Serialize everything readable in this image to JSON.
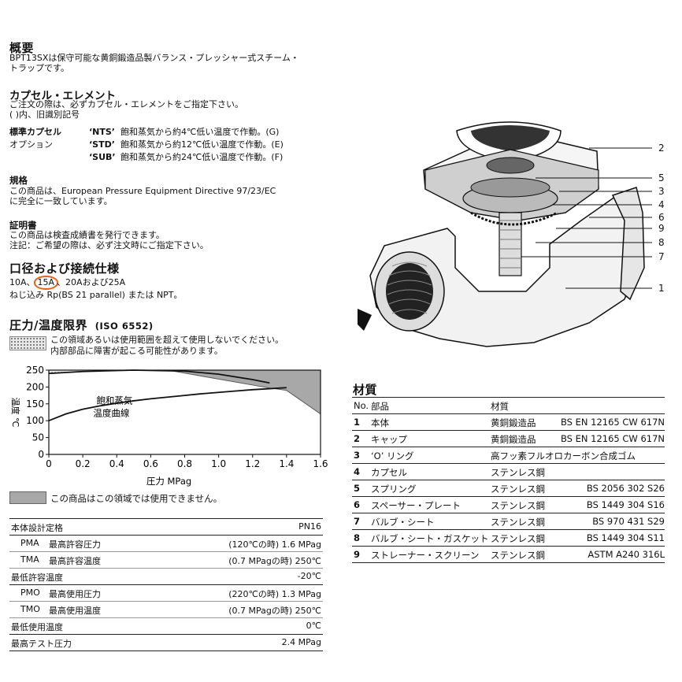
{
  "overview": {
    "heading": "概要",
    "line1": "BPT13SXは保守可能な黄銅鍛造品製バランス・プレッシャー式スチーム・",
    "line2": "トラップです。"
  },
  "capsule": {
    "heading": "カプセル・エレメント",
    "line1": "ご注文の際は、必ずカプセル・エレメントをご指定下さい。",
    "line2": "( )内、旧識別記号",
    "standard_label": "標準カプセル",
    "option_label": "オプション",
    "items": [
      {
        "code": "‘NTS’",
        "desc": "飽和蒸気から約4℃低い温度で作動。(G)"
      },
      {
        "code": "‘STD’",
        "desc": "飽和蒸気から約12℃低い温度で作動。(E)"
      },
      {
        "code": "‘SUB’",
        "desc": "飽和蒸気から約24℃低い温度で作動。(F)"
      }
    ]
  },
  "standards": {
    "heading": "規格",
    "line1": "この商品は、European Pressure Equipment Directive 97/23/EC",
    "line2": "に完全に一致しています。"
  },
  "certificate": {
    "heading": "証明書",
    "line1": "この商品は検査成績書を発行できます。",
    "line2": "注記：ご希望の際は、必ず注文時にご指定下さい。"
  },
  "sizes": {
    "heading": "口径および接続仕様",
    "size_a": "10A、",
    "size_b": "15A",
    "size_c": "、20Aおよび25A",
    "line2": "ねじ込み Rp(BS 21 parallel) または NPT。"
  },
  "limits": {
    "heading": "圧力/温度限界",
    "heading_sub": "(ISO 6552)",
    "warn1": "この領域あるいは使用範囲を超えて使用しないでください。",
    "warn2": "内部部品に障害が起こる可能性があります。",
    "not_usable": "この商品はこの領域では使用できません。"
  },
  "chart_data": {
    "type": "area",
    "xlabel": "圧力 MPag",
    "ylabel": "温度 ℃",
    "xlim": [
      0,
      1.6
    ],
    "ylim": [
      0,
      250
    ],
    "x_ticks": [
      "0",
      "0.2",
      "0.4",
      "0.6",
      "0.8",
      "1.0",
      "1.2",
      "1.4",
      "1.6"
    ],
    "y_ticks": [
      "0",
      "50",
      "100",
      "150",
      "200",
      "250"
    ],
    "steam_curve_label_1": "飽和蒸気",
    "steam_curve_label_2": "温度曲線",
    "series": [
      {
        "values": [
          [
            0,
            100
          ],
          [
            0.1,
            120
          ],
          [
            0.2,
            134
          ],
          [
            0.3,
            144
          ],
          [
            0.4,
            152
          ],
          [
            0.5,
            159
          ],
          [
            0.6,
            165
          ],
          [
            0.7,
            170
          ],
          [
            0.8,
            175
          ],
          [
            0.9,
            180
          ],
          [
            1.0,
            184
          ],
          [
            1.1,
            188
          ],
          [
            1.2,
            192
          ],
          [
            1.3,
            195
          ],
          [
            1.4,
            198
          ]
        ]
      },
      {
        "values": [
          [
            0,
            240
          ],
          [
            0.2,
            246
          ],
          [
            0.5,
            250
          ],
          [
            0.8,
            247
          ],
          [
            1.0,
            238
          ],
          [
            1.2,
            222
          ],
          [
            1.3,
            212
          ]
        ]
      }
    ],
    "not_usable_region": [
      [
        0.7,
        250
      ],
      [
        1.6,
        250
      ],
      [
        1.6,
        120
      ],
      [
        1.4,
        190
      ],
      [
        1.3,
        197
      ]
    ]
  },
  "spec_table": {
    "rows": [
      {
        "label": "本体設計定格",
        "value": "PN16",
        "indent": false
      },
      {
        "code": "PMA",
        "label": "最高許容圧力",
        "value": "(120℃の時) 1.6 MPag",
        "indent": true
      },
      {
        "code": "TMA",
        "label": "最高許容温度",
        "value": "(0.7 MPagの時) 250℃",
        "indent": true
      },
      {
        "label": "最低許容温度",
        "value": "-20℃",
        "indent": false
      },
      {
        "code": "PMO",
        "label": "最高使用圧力",
        "value": "(220℃の時) 1.3 MPag",
        "indent": true
      },
      {
        "code": "TMO",
        "label": "最高使用温度",
        "value": "(0.7 MPagの時) 250℃",
        "indent": true
      },
      {
        "label": "最低使用温度",
        "value": "0℃",
        "indent": false
      },
      {
        "label": "最高テスト圧力",
        "value": "2.4 MPag",
        "indent": false
      }
    ]
  },
  "materials": {
    "heading": "材質",
    "col_no": "No.",
    "col_part": "部品",
    "col_mat": "材質",
    "rows": [
      {
        "no": "1",
        "part": "本体",
        "mat": "黄銅鍛造品",
        "std": "BS EN 12165 CW 617N"
      },
      {
        "no": "2",
        "part": "キャップ",
        "mat": "黄銅鍛造品",
        "std": "BS EN 12165 CW 617N"
      },
      {
        "no": "3",
        "part": "‘O’ リング",
        "mat": "高フッ素フルオロカーボン合成ゴム",
        "std": ""
      },
      {
        "no": "4",
        "part": "カプセル",
        "mat": "ステンレス鋼",
        "std": ""
      },
      {
        "no": "5",
        "part": "スプリング",
        "mat": "ステンレス鋼",
        "std": "BS 2056 302 S26"
      },
      {
        "no": "6",
        "part": "スペーサー・プレート",
        "mat": "ステンレス鋼",
        "std": "BS 1449 304 S16"
      },
      {
        "no": "7",
        "part": "バルブ・シート",
        "mat": "ステンレス鋼",
        "std": "BS 970 431 S29"
      },
      {
        "no": "8",
        "part": "バルブ・シート・ガスケット",
        "mat": "ステンレス鋼",
        "std": "BS 1449 304 S11"
      },
      {
        "no": "9",
        "part": "ストレーナー・スクリーン",
        "mat": "ステンレス鋼",
        "std": "ASTM A240 316L"
      }
    ]
  },
  "diagram": {
    "callouts": [
      "2",
      "5",
      "3",
      "4",
      "6",
      "9",
      "8",
      "7",
      "1"
    ]
  }
}
